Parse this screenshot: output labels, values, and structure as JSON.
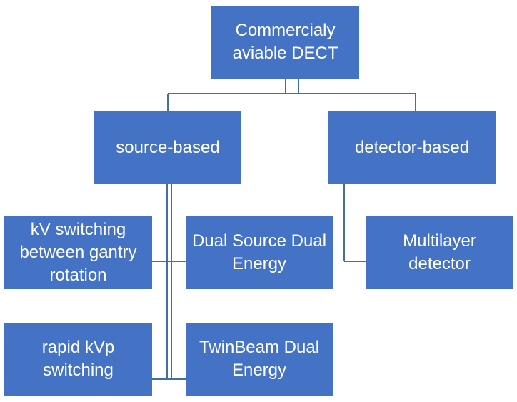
{
  "colors": {
    "box_fill": "#4472C4",
    "connector": "#41719C",
    "text": "#ffffff"
  },
  "root": {
    "label": "Commercialy aviable DECT"
  },
  "branches": {
    "source": {
      "label": "source-based"
    },
    "detector": {
      "label": "detector-based"
    }
  },
  "leaves": {
    "kv_switching": {
      "label": "kV switching between gantry rotation"
    },
    "dual_source": {
      "label": "Dual Source Dual Energy"
    },
    "rapid_kvp": {
      "label": "rapid kVp switching"
    },
    "twinbeam": {
      "label": "TwinBeam Dual Energy"
    },
    "multilayer": {
      "label": "Multilayer detector"
    }
  }
}
